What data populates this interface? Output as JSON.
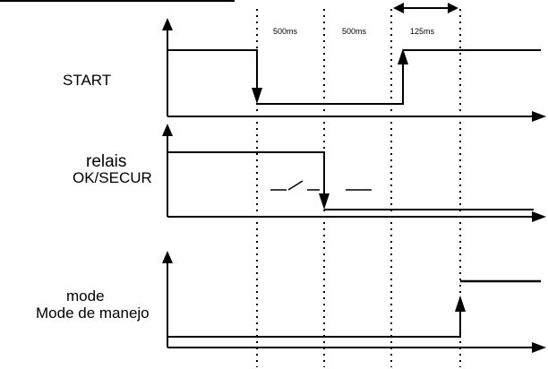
{
  "signals": {
    "start": {
      "label": "START"
    },
    "relais": {
      "label_line1": "relais",
      "label_line2": "OK/SECUR"
    },
    "mode": {
      "label_line1": "mode",
      "label_line2": "Mode de manejo"
    }
  },
  "intervals": [
    {
      "label": "500ms"
    },
    {
      "label": "500ms"
    },
    {
      "label": "125ms"
    }
  ]
}
